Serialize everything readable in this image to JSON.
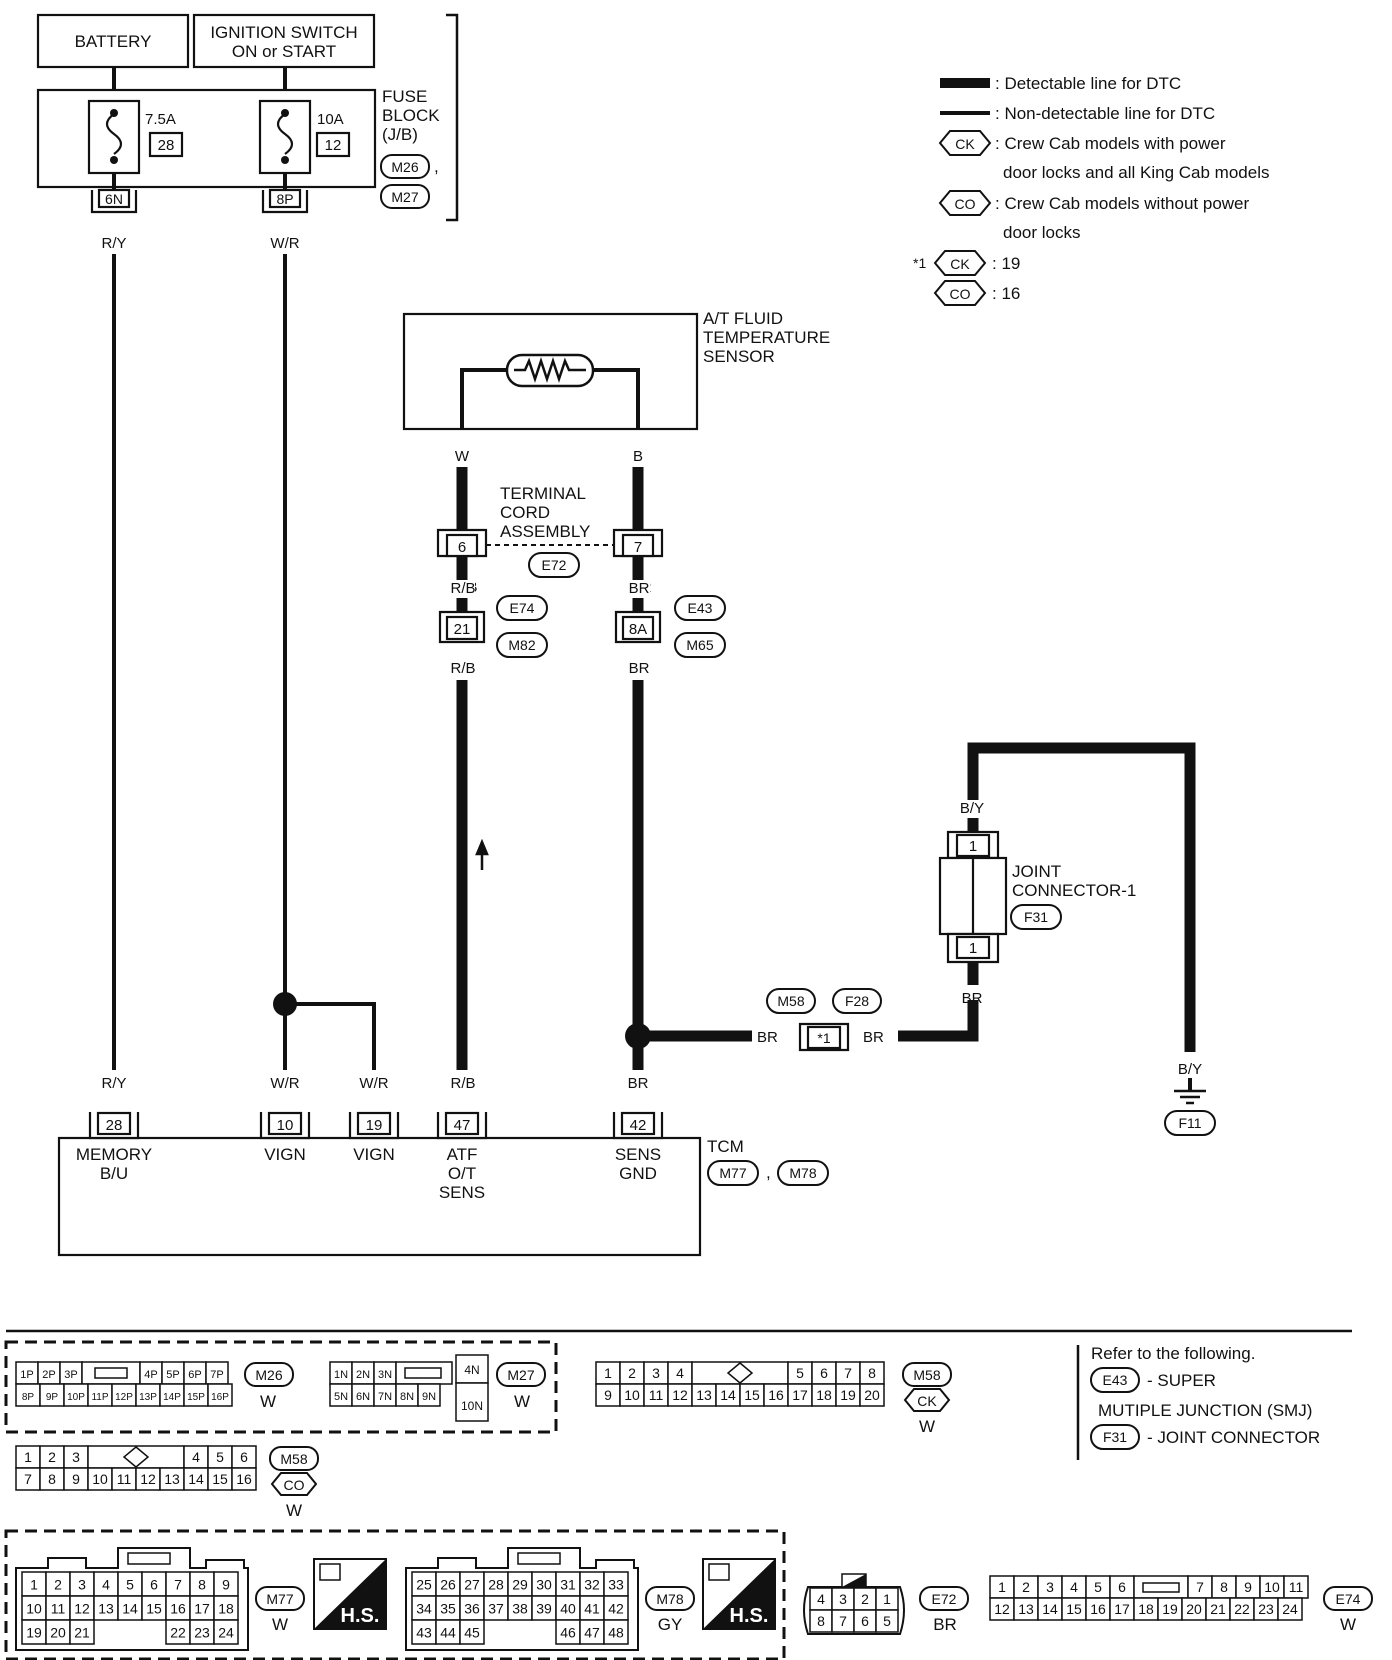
{
  "power": {
    "battery": "BATTERY",
    "ign_line1": "IGNITION SWITCH",
    "ign_line2": "ON or START"
  },
  "fuse_block": {
    "title1": "FUSE",
    "title2": "BLOCK",
    "title3": "(J/B)",
    "conn1": "M26",
    "conn2": "M27",
    "comma": ",",
    "fuse1_rating": "7.5A",
    "fuse1_no": "28",
    "fuse2_rating": "10A",
    "fuse2_no": "12",
    "term1": "6N",
    "term2": "8P"
  },
  "legend": {
    "thick": ": Detectable line for DTC",
    "thin": ": Non-detectable line for DTC",
    "ck_tag": "CK",
    "ck_line1": ": Crew Cab models with power",
    "ck_line2": "door locks and all King Cab models",
    "co_tag": "CO",
    "co_line1": ": Crew Cab models without power",
    "co_line2": "door locks",
    "star": "*1",
    "star_ck": ": 19",
    "star_co": ": 16"
  },
  "sensor": {
    "line1": "A/T FLUID",
    "line2": "TEMPERATURE",
    "line3": "SENSOR",
    "wire_left": "W",
    "wire_right": "B"
  },
  "terminal_cord": {
    "line1": "TERMINAL",
    "line2": "CORD",
    "line3": "ASSEMBLY",
    "conn": "E72",
    "pin_left": "6",
    "pin_right": "7"
  },
  "wires": {
    "ry": "R/Y",
    "wr": "W/R",
    "rb": "R/B",
    "br": "BR",
    "by": "B/Y"
  },
  "conn_e74": {
    "pin": "21",
    "conn_a": "E74",
    "conn_b": "M82"
  },
  "conn_e43": {
    "pin": "8A",
    "conn_a": "E43",
    "conn_b": "M65"
  },
  "joint": {
    "line1": "JOINT",
    "line2": "CONNECTOR-1",
    "conn": "F31",
    "pin_top": "1",
    "pin_bottom": "1"
  },
  "inline_conn": {
    "pin": "*1",
    "conn_a": "M58",
    "conn_b": "F28"
  },
  "ground": {
    "conn": "F11"
  },
  "tcm": {
    "title": "TCM",
    "conn_a": "M77",
    "conn_b": "M78",
    "comma": ",",
    "pins": [
      {
        "no": "28",
        "l1": "MEMORY",
        "l2": "B/U",
        "l3": ""
      },
      {
        "no": "10",
        "l1": "VIGN",
        "l2": "",
        "l3": ""
      },
      {
        "no": "19",
        "l1": "VIGN",
        "l2": "",
        "l3": ""
      },
      {
        "no": "47",
        "l1": "ATF",
        "l2": "O/T",
        "l3": "SENS"
      },
      {
        "no": "42",
        "l1": "SENS",
        "l2": "GND",
        "l3": ""
      }
    ]
  },
  "connectors": {
    "m26": {
      "name": "M26",
      "color": "W",
      "top": [
        "1P",
        "2P",
        "3P",
        "4P",
        "5P",
        "6P",
        "7P"
      ],
      "bottom": [
        "8P",
        "9P",
        "10P",
        "11P",
        "12P",
        "13P",
        "14P",
        "15P",
        "16P"
      ]
    },
    "m27": {
      "name": "M27",
      "color": "W",
      "top": [
        "1N",
        "2N",
        "3N"
      ],
      "bottom": [
        "5N",
        "6N",
        "7N",
        "8N",
        "9N"
      ],
      "side_top": "4N",
      "side_bottom": "10N"
    },
    "m58_ck": {
      "name": "M58",
      "tag": "CK",
      "color": "W",
      "top": [
        "1",
        "2",
        "3",
        "4",
        "5",
        "6",
        "7",
        "8"
      ],
      "bottom": [
        "9",
        "10",
        "11",
        "12",
        "13",
        "14",
        "15",
        "16",
        "17",
        "18",
        "19",
        "20"
      ]
    },
    "m58_co": {
      "name": "M58",
      "tag": "CO",
      "color": "W",
      "top": [
        "1",
        "2",
        "3",
        "4",
        "5",
        "6"
      ],
      "bottom": [
        "7",
        "8",
        "9",
        "10",
        "11",
        "12",
        "13",
        "14",
        "15",
        "16"
      ]
    },
    "m77": {
      "name": "M77",
      "color": "W",
      "row1": [
        "1",
        "2",
        "3",
        "4",
        "5",
        "6",
        "7",
        "8",
        "9"
      ],
      "row2": [
        "10",
        "11",
        "12",
        "13",
        "14",
        "15",
        "16",
        "17",
        "18"
      ],
      "row3a": [
        "19",
        "20",
        "21"
      ],
      "row3b": [
        "22",
        "23",
        "24"
      ]
    },
    "m78": {
      "name": "M78",
      "color": "GY",
      "row1": [
        "25",
        "26",
        "27",
        "28",
        "29",
        "30",
        "31",
        "32",
        "33"
      ],
      "row2": [
        "34",
        "35",
        "36",
        "37",
        "38",
        "39",
        "40",
        "41",
        "42"
      ],
      "row3a": [
        "43",
        "44",
        "45"
      ],
      "row3b": [
        "46",
        "47",
        "48"
      ]
    },
    "hs_label": "H.S.",
    "e72": {
      "name": "E72",
      "color": "BR",
      "top": [
        "4",
        "3",
        "2",
        "1"
      ],
      "bottom": [
        "8",
        "7",
        "6",
        "5"
      ]
    },
    "e74": {
      "name": "E74",
      "color": "W",
      "top": [
        "1",
        "2",
        "3",
        "4",
        "5",
        "6",
        "7",
        "8",
        "9",
        "10",
        "11"
      ],
      "bottom": [
        "12",
        "13",
        "14",
        "15",
        "16",
        "17",
        "18",
        "19",
        "20",
        "21",
        "22",
        "23",
        "24"
      ]
    }
  },
  "refer": {
    "title": "Refer to the following.",
    "e43": "E43",
    "e43_desc": "- SUPER",
    "e43_desc2": "MUTIPLE JUNCTION (SMJ)",
    "f31": "F31",
    "f31_desc": "- JOINT CONNECTOR"
  }
}
